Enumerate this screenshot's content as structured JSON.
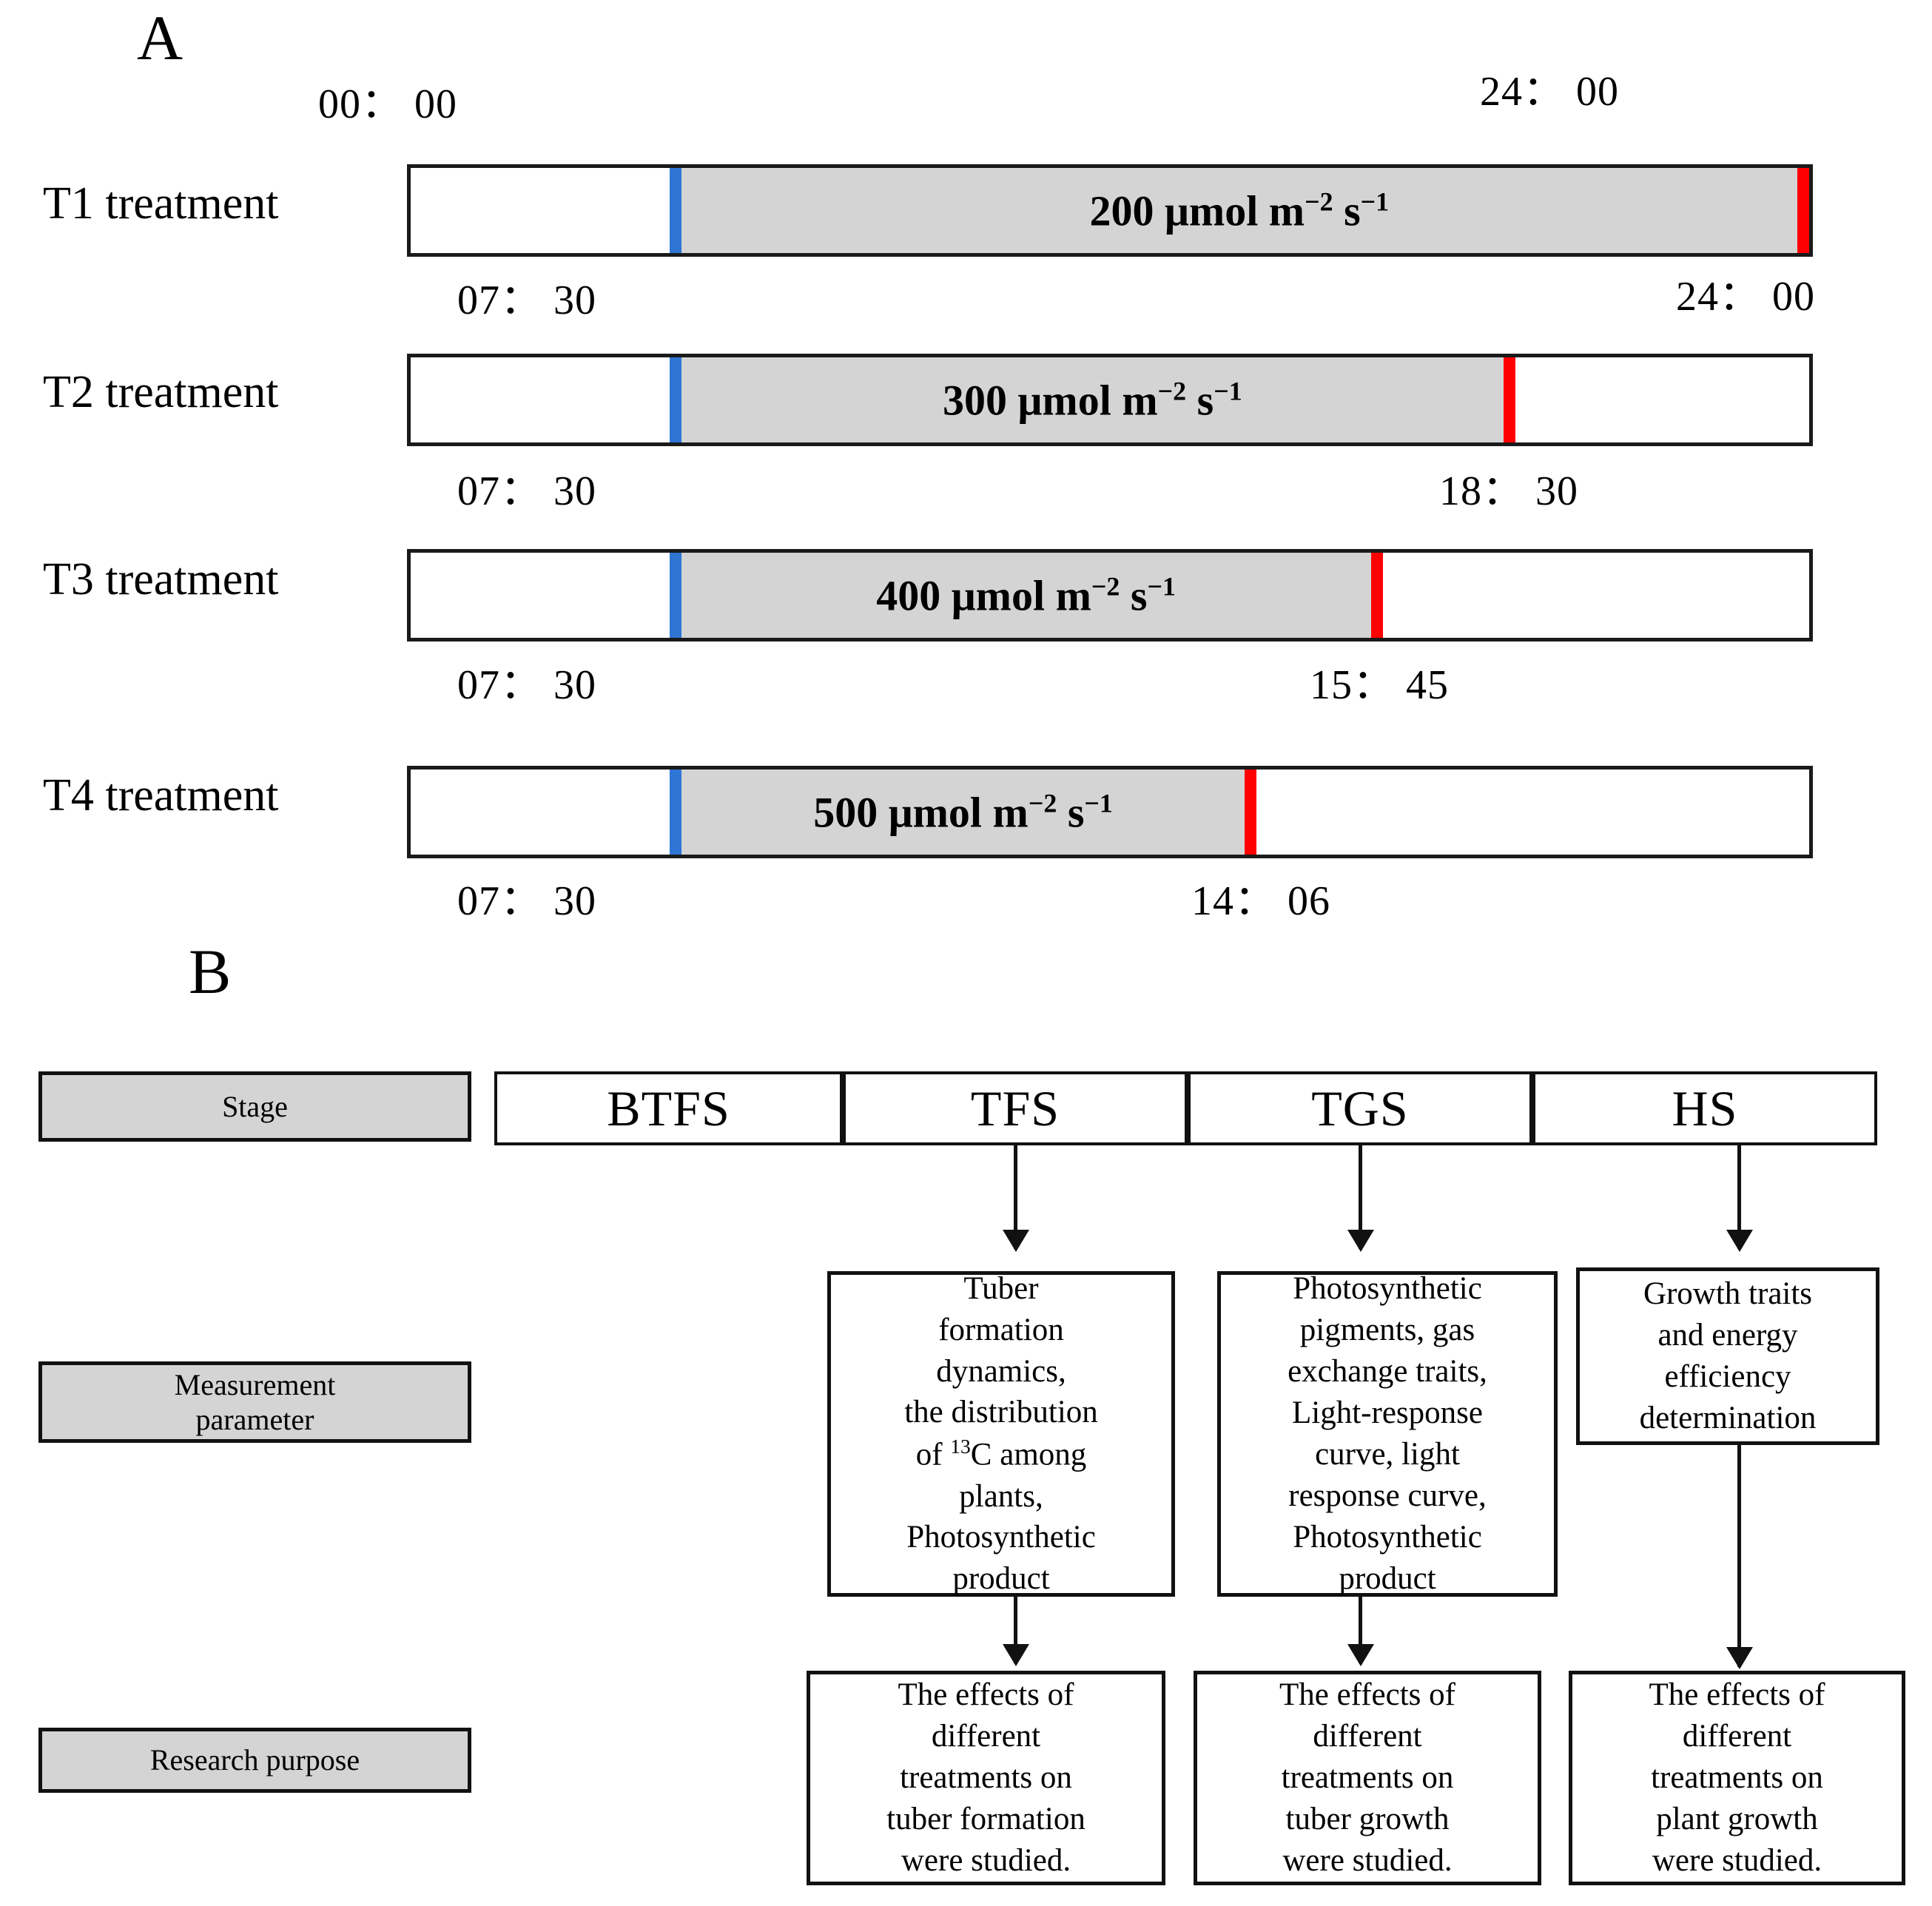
{
  "panelA": {
    "letter": "A",
    "top_left_time": "00： 00",
    "top_right_time": "24： 00",
    "rows": [
      {
        "label": "T1  treatment",
        "intensity": "200 μmol m",
        "sup1": "−2",
        "unit_mid": " s",
        "sup2": "−1",
        "start_time": "07： 30",
        "end_time": "24： 00",
        "start_pct": 18.5,
        "end_pct": 100.0
      },
      {
        "label": "T2  treatment",
        "intensity": "300 μmol m",
        "sup1": "−2",
        "unit_mid": " s",
        "sup2": "−1",
        "start_time": "07： 30",
        "end_time": "18： 30",
        "start_pct": 18.5,
        "end_pct": 79.0
      },
      {
        "label": "T3  treatment",
        "intensity": "400 μmol m",
        "sup1": "−2",
        "unit_mid": " s",
        "sup2": "−1",
        "start_time": "07： 30",
        "end_time": "15： 45",
        "start_pct": 18.5,
        "end_pct": 69.5
      },
      {
        "label": "T4  treatment",
        "intensity": "500 μmol m",
        "sup1": "−2",
        "unit_mid": " s",
        "sup2": "−1",
        "start_time": "07： 30",
        "end_time": "14： 06",
        "start_pct": 18.5,
        "end_pct": 60.5
      }
    ],
    "colors": {
      "start_marker": "#2e75d4",
      "end_marker": "#fe0000",
      "fill": "#d4d4d4",
      "border": "#1a1a1a"
    }
  },
  "panelB": {
    "letter": "B",
    "row_labels": {
      "stage": "Stage",
      "measurement": "Measurement\nparameter",
      "measurement_line1": "Measurement",
      "measurement_line2": "parameter",
      "purpose": "Research purpose"
    },
    "stages": [
      "BTFS",
      "TFS",
      "TGS",
      "HS"
    ],
    "measurements": [
      {
        "stage": "TFS",
        "line1": "Tuber",
        "line2": "formation",
        "line3": "dynamics,",
        "line4": "the distribution",
        "line5_pre": "of ",
        "line5_sup": "13",
        "line5_post": "C among",
        "line6": "plants,",
        "line7": "Photosynthetic",
        "line8": "product"
      },
      {
        "stage": "TGS",
        "line1": "Photosynthetic",
        "line2": "pigments, gas",
        "line3": "exchange traits,",
        "line4": "Light-response",
        "line5": "curve, light",
        "line6": "response curve,",
        "line7": "Photosynthetic",
        "line8": "product"
      },
      {
        "stage": "HS",
        "line1": "Growth traits",
        "line2": "and energy",
        "line3": "efficiency",
        "line4": "determination"
      }
    ],
    "purposes": [
      {
        "stage": "TFS",
        "line1": "The effects of",
        "line2": "different",
        "line3": "treatments on",
        "line4": "tuber formation",
        "line5": "were studied."
      },
      {
        "stage": "TGS",
        "line1": "The effects of",
        "line2": "different",
        "line3": "treatments on",
        "line4": "tuber growth",
        "line5": "were studied."
      },
      {
        "stage": "HS",
        "line1": "The effects of",
        "line2": "different",
        "line3": "treatments on",
        "line4": "plant growth",
        "line5": "were studied."
      }
    ],
    "colors": {
      "label_fill": "#d4d4d4",
      "border": "#111111"
    }
  }
}
